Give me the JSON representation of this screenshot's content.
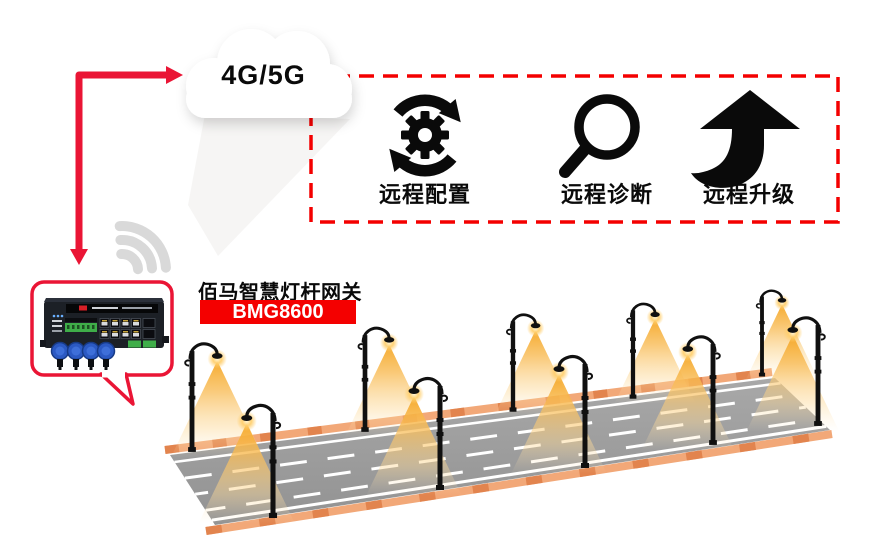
{
  "cloud": {
    "label": "4G/5G"
  },
  "features": [
    {
      "label": "远程配置",
      "icon": "sync-gear-icon"
    },
    {
      "label": "远程诊断",
      "icon": "magnifier-icon"
    },
    {
      "label": "远程升级",
      "icon": "upgrade-arrow-icon"
    }
  ],
  "gateway": {
    "name": "佰马智慧灯杆网关",
    "model": "BMG8600"
  },
  "colors": {
    "accent_red": "#ea1535",
    "badge_red": "#f40000",
    "icon_black": "#0a0a0a",
    "road_gray": "#9b9b9b",
    "curb_orange": "#f2a878",
    "curb_orange_dark": "#dd7840",
    "lamp_light": "#f7b733",
    "wifi_gray": "#d9d9d9"
  }
}
